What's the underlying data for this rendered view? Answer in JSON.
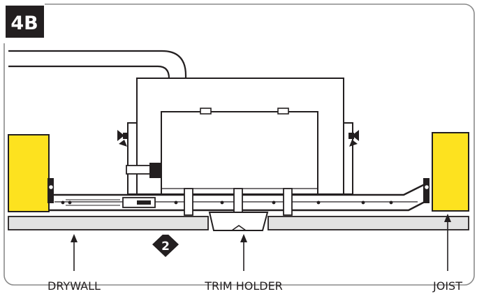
{
  "figure": {
    "label": "4B"
  },
  "callout": {
    "label": "2"
  },
  "labels": {
    "drywall": "DRYWALL",
    "trim_holder": "TRIM HOLDER",
    "joist": "JOIST"
  },
  "colors": {
    "joist_yellow": "#fde21f",
    "drywall_gray": "#e2e2e2",
    "line": "#231f20",
    "badge": "#231f20"
  }
}
